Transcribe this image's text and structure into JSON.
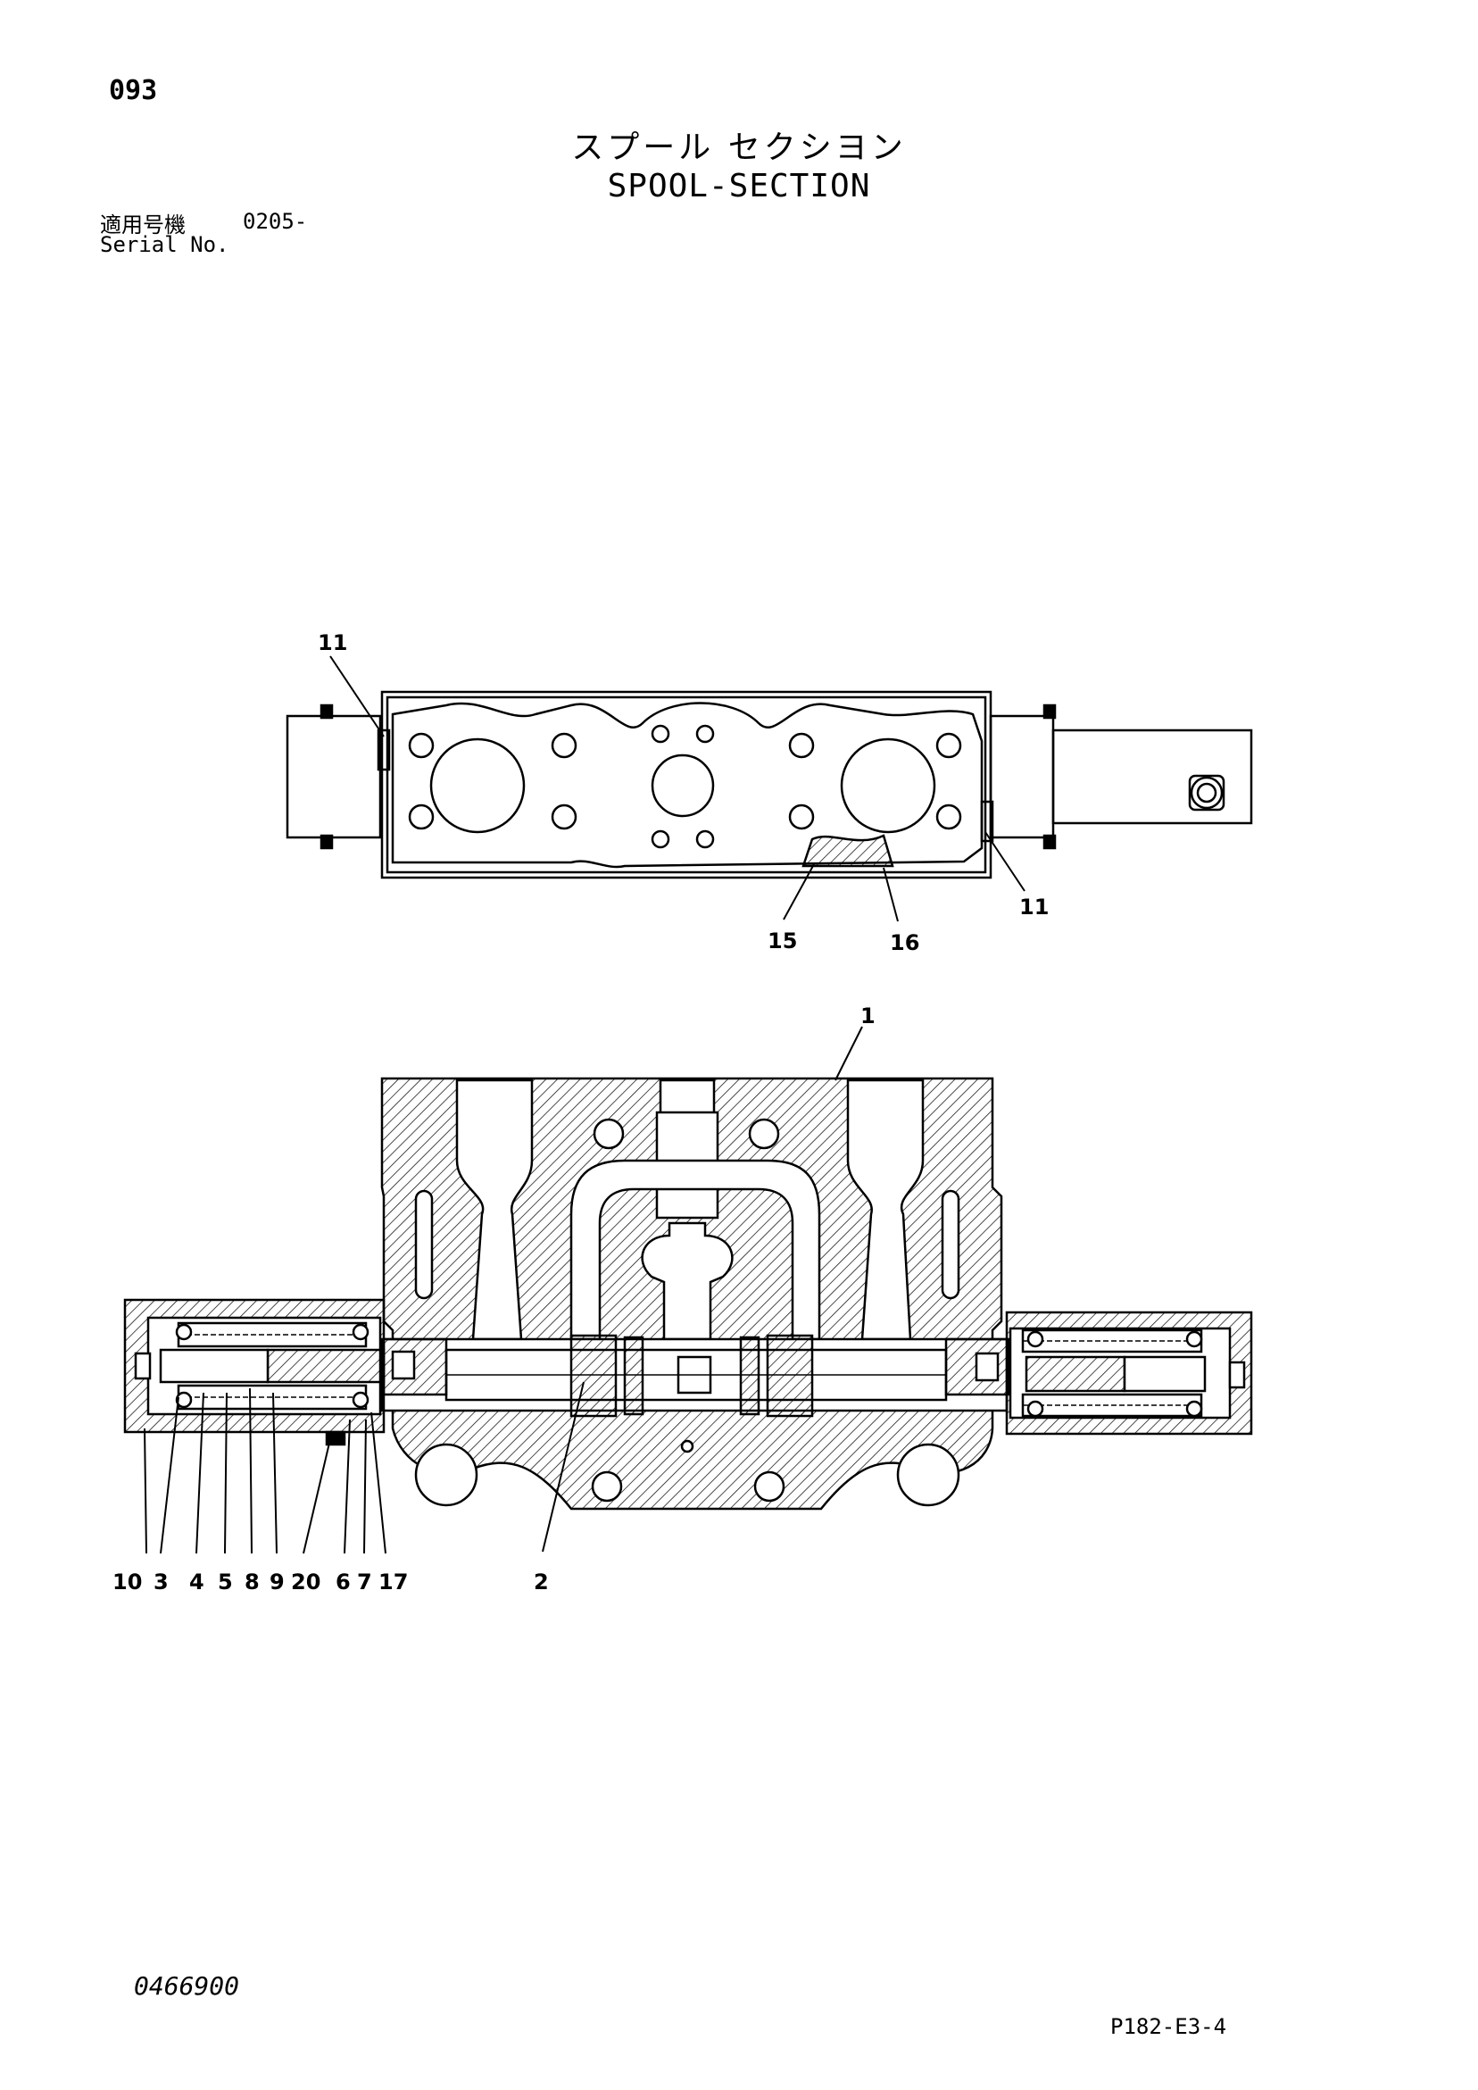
{
  "header": {
    "page_number": "093",
    "title_jp": "スプール セクシヨン",
    "title_en": "SPOOL-SECTION",
    "serial_label_jp": "適用号機",
    "serial_value": "0205-",
    "serial_label_en": "Serial No."
  },
  "top_view": {
    "callouts": [
      "11",
      "11",
      "15",
      "16"
    ]
  },
  "section_view": {
    "callouts_top": [
      "1"
    ],
    "callouts_bottom": [
      "10",
      "3",
      "4",
      "5",
      "8",
      "9",
      "20",
      "6",
      "7",
      "17"
    ],
    "callout_spool": "2"
  },
  "footer": {
    "doc_number": "0466900",
    "page_code": "P182-E3-4"
  }
}
